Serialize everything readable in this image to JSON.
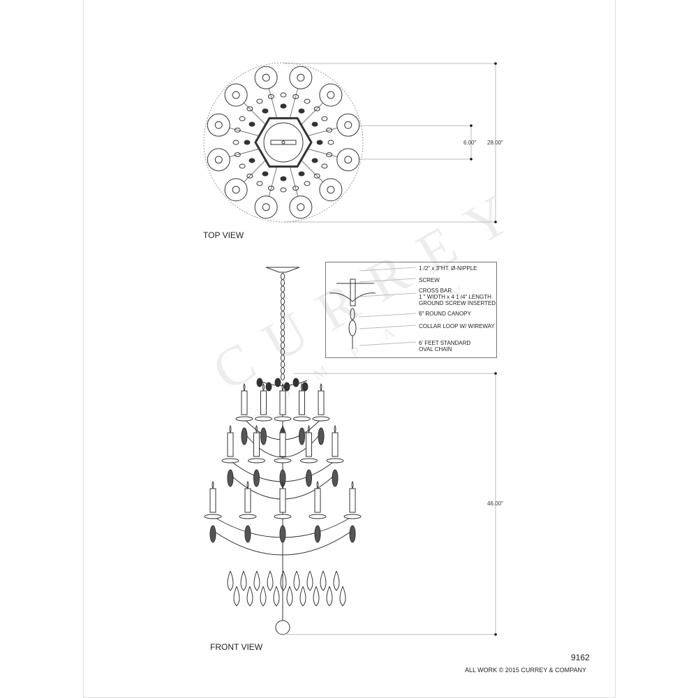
{
  "watermark": {
    "main": "CURREY",
    "sub": "COMPANY"
  },
  "top_view": {
    "label": "TOP VIEW",
    "dim_inner": "6.00\"",
    "dim_outer": "28.00\""
  },
  "front_view": {
    "label": "FRONT VIEW",
    "dim_height": "46.00\""
  },
  "callout": {
    "items": [
      "1 /2\" x 3\"HT. Ø-NIPPLE",
      "SCREW",
      "CROSS BAR\n1 \" WIDTH x 4 1 /4\" LENGTH\nGROUND SCREW INSERTED",
      "6\" ROUND CANOPY",
      "COLLAR LOOP W/ WIREWAY",
      "6' FEET STANDARD\nOVAL CHAIN"
    ]
  },
  "footer": {
    "model": "9162",
    "copyright": "ALL WORK © 2015 CURREY & COMPANY"
  },
  "colors": {
    "line": "#333333",
    "dim_line": "#bbbbbb"
  }
}
